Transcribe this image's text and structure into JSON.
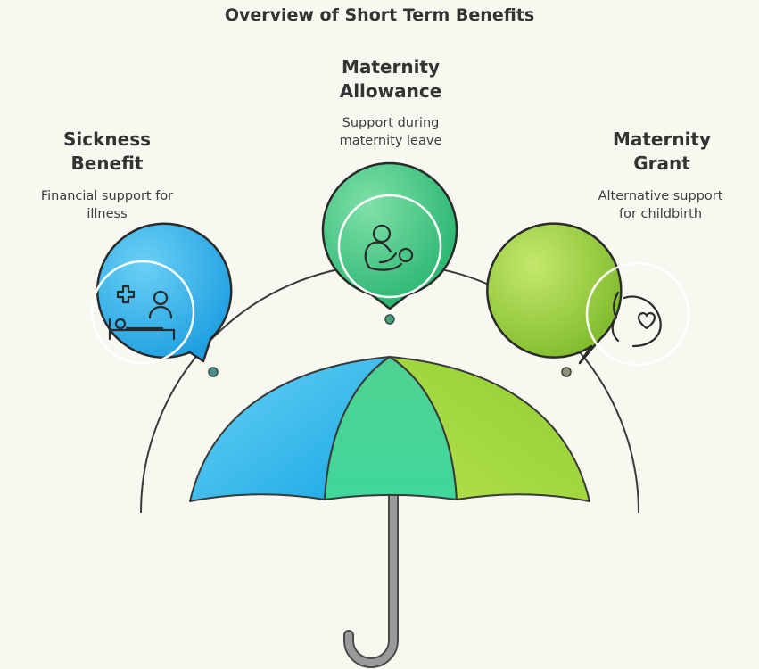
{
  "title": "Overview of Short Term Benefits",
  "items": [
    {
      "heading": [
        "Sickness",
        "Benefit"
      ],
      "description": [
        "Financial support for",
        "illness"
      ],
      "icon": "hospital-bed-patient-icon",
      "color": "#2fa9e0"
    },
    {
      "heading": [
        "Maternity",
        "Allowance"
      ],
      "description": [
        "Support during",
        "maternity leave"
      ],
      "icon": "mother-baby-icon",
      "color": "#35c07e"
    },
    {
      "heading": [
        "Maternity",
        "Grant"
      ],
      "description": [
        "Alternative support",
        "for childbirth"
      ],
      "icon": "pregnancy-heart-icon",
      "color": "#8cc63f"
    }
  ],
  "umbrella_colors": {
    "left_panel": "#29b5ec",
    "middle_panel": "#3ecf88",
    "right_panel": "#9ad43a",
    "handle": "#8f8f8f"
  }
}
